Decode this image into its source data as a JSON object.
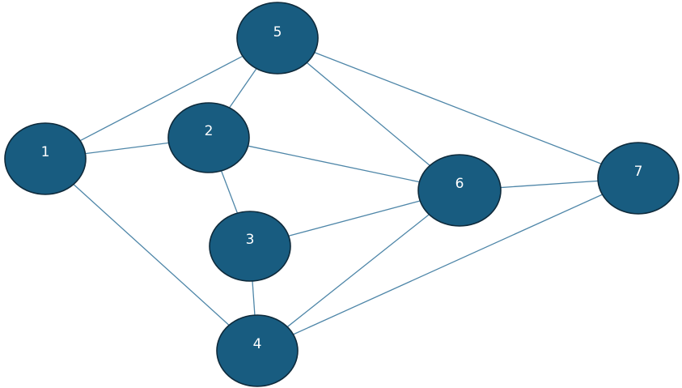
{
  "graph": {
    "nodes": [
      {
        "id": "1",
        "label": "1"
      },
      {
        "id": "2",
        "label": "2"
      },
      {
        "id": "3",
        "label": "3"
      },
      {
        "id": "4",
        "label": "4"
      },
      {
        "id": "5",
        "label": "5"
      },
      {
        "id": "6",
        "label": "6"
      },
      {
        "id": "7",
        "label": "7"
      }
    ],
    "edges": [
      [
        "1",
        "2"
      ],
      [
        "1",
        "5"
      ],
      [
        "1",
        "4"
      ],
      [
        "2",
        "5"
      ],
      [
        "2",
        "3"
      ],
      [
        "2",
        "6"
      ],
      [
        "5",
        "6"
      ],
      [
        "5",
        "7"
      ],
      [
        "3",
        "6"
      ],
      [
        "3",
        "4"
      ],
      [
        "4",
        "6"
      ],
      [
        "4",
        "7"
      ],
      [
        "6",
        "7"
      ]
    ]
  },
  "colors": {
    "node_fill": "#185C80",
    "node_stroke": "#0E2A3B",
    "edge": "#4E86A8",
    "label": "#FFFFFF"
  }
}
